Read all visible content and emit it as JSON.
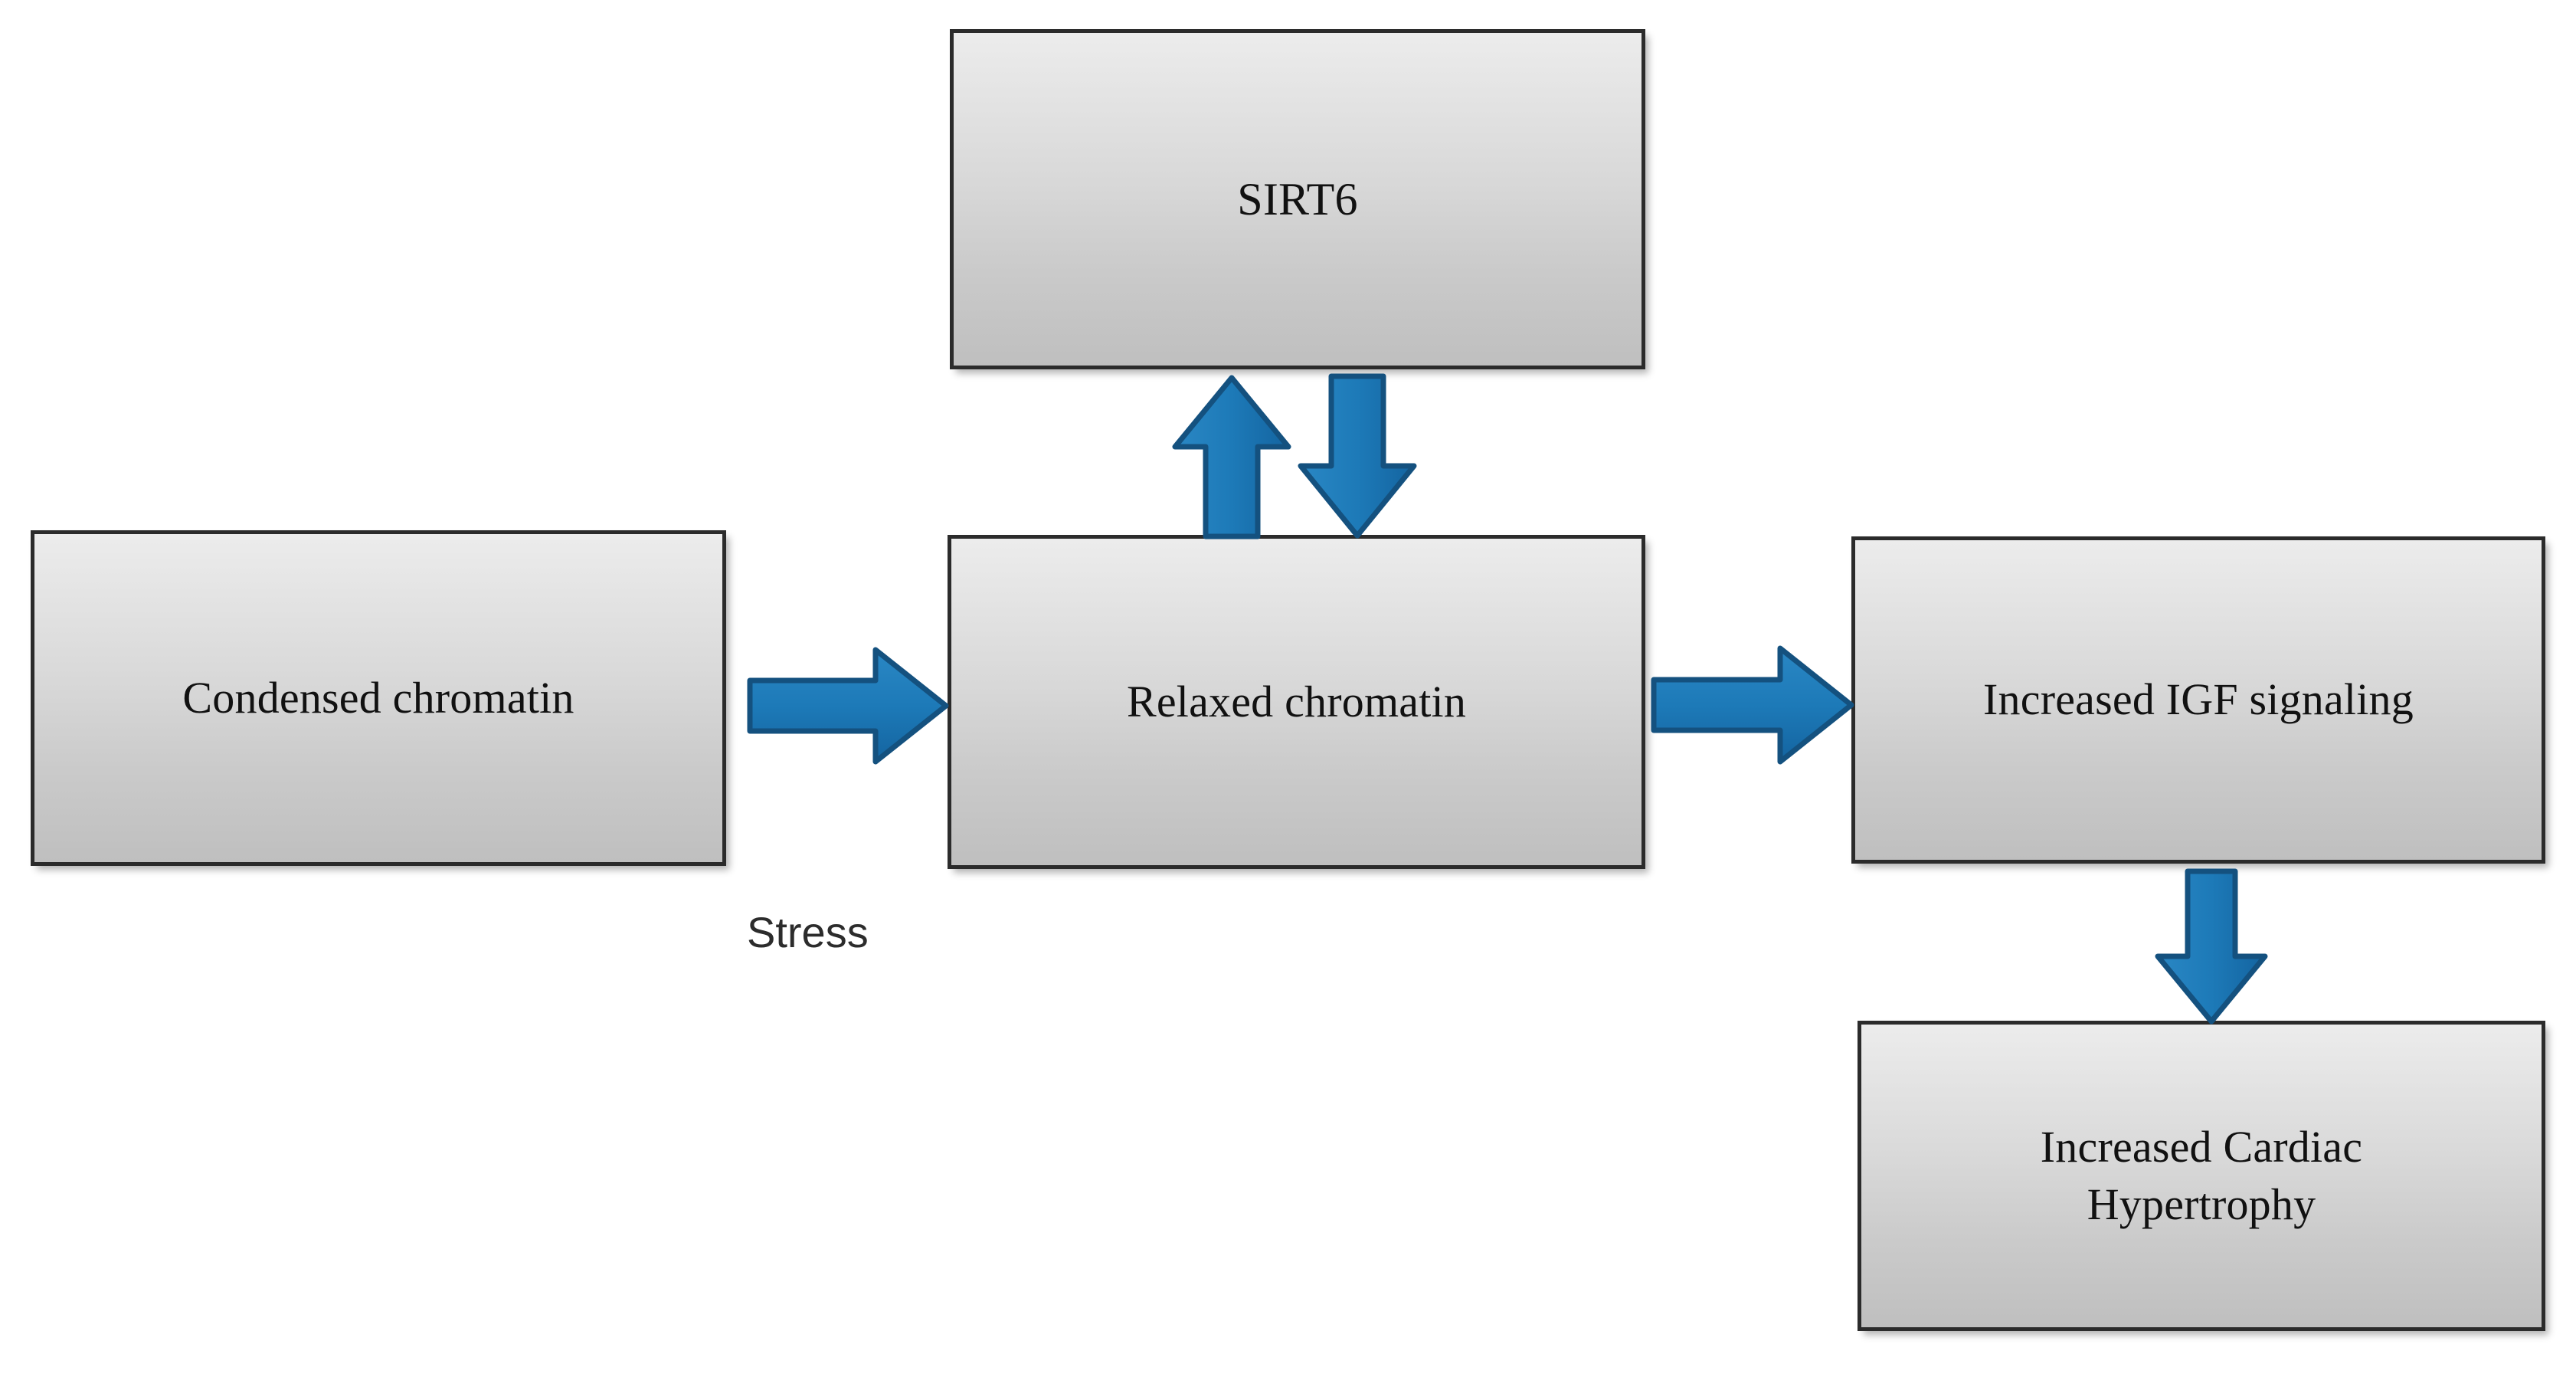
{
  "diagram": {
    "title_text_absent": true,
    "background_color": "#ffffff",
    "accent_color": "#1f77b4",
    "arrow_fill": "#1d7ab8",
    "arrow_stroke": "#1a5f8f",
    "box_border_color": "#2b2b2b",
    "box_gradient_top": "#ececec",
    "box_gradient_bottom": "#bfbfbf",
    "text_color": "#111111"
  },
  "nodes": {
    "sirt6": {
      "label": "SIRT6"
    },
    "condensed_chromatin": {
      "label": "Condensed chromatin"
    },
    "relaxed_chromatin": {
      "label": "Relaxed chromatin"
    },
    "increased_igf_signaling": {
      "label": "Increased IGF signaling"
    },
    "increased_cardiac_hypertrophy": {
      "label": "Increased Cardiac\nHypertrophy"
    }
  },
  "annotations": {
    "stress": {
      "label": "Stress"
    }
  },
  "edges": [
    {
      "id": "condensed-to-relaxed",
      "from": "condensed_chromatin",
      "to": "relaxed_chromatin",
      "direction": "right",
      "icon": "arrow-right-icon"
    },
    {
      "id": "relaxed-to-igf",
      "from": "relaxed_chromatin",
      "to": "increased_igf_signaling",
      "direction": "right",
      "icon": "arrow-right-icon"
    },
    {
      "id": "relaxed-to-sirt6",
      "from": "relaxed_chromatin",
      "to": "sirt6",
      "direction": "up",
      "icon": "arrow-up-icon"
    },
    {
      "id": "sirt6-to-relaxed",
      "from": "sirt6",
      "to": "relaxed_chromatin",
      "direction": "down",
      "icon": "arrow-down-icon"
    },
    {
      "id": "igf-to-hypertrophy",
      "from": "increased_igf_signaling",
      "to": "increased_cardiac_hypertrophy",
      "direction": "down",
      "icon": "arrow-down-icon"
    }
  ]
}
